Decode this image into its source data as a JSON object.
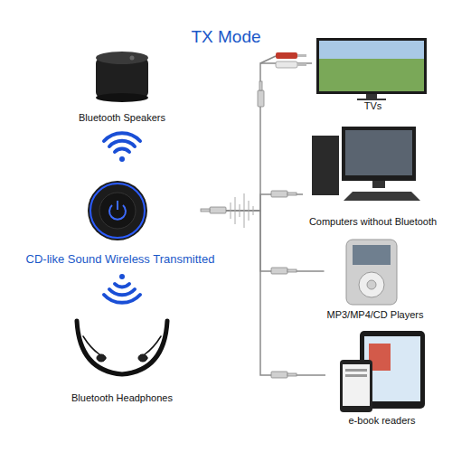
{
  "diagram": {
    "title": "TX Mode",
    "nodes": [
      {
        "text": [
          "Bluetooth Speakers"
        ]
      },
      {
        "text": [
          "CD-like Sound Wireless Transmitted"
        ]
      },
      {
        "text": [
          "Bluetooth Headphones"
        ]
      },
      {
        "text": [
          "TVs"
        ]
      },
      {
        "text": [
          "Computers without Bluetooth"
        ]
      },
      {
        "text": [
          "MP3/MP4/CD Players"
        ]
      },
      {
        "text": [
          "e-book readers"
        ]
      }
    ],
    "edges": [
      {
        "from": 1,
        "to": 3,
        "arrow": "none"
      },
      {
        "from": 1,
        "to": 4,
        "arrow": "none"
      },
      {
        "from": 1,
        "to": 5,
        "arrow": "none"
      },
      {
        "from": 1,
        "to": 6,
        "arrow": "none"
      }
    ]
  }
}
